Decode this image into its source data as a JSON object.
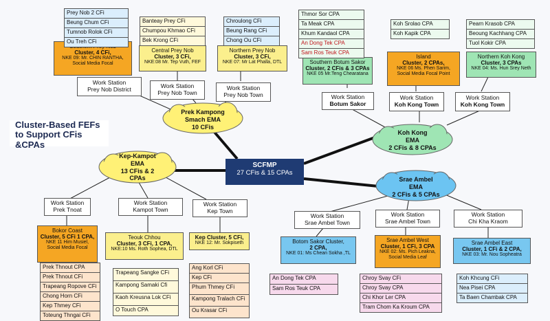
{
  "title": {
    "line1": "Cluster-Based FEFs",
    "line2": "to Support CFis",
    "line3": "&CPAs"
  },
  "center": {
    "name": "SCFMP",
    "sub": "27 CFis & 15 CPAs"
  },
  "clouds": {
    "prek_kampong": {
      "l1": "Prek Kampong",
      "l2": "Smach EMA",
      "l3": "10 CFis"
    },
    "kep_kampot": {
      "l1": "Kep-Kampot",
      "l2": "EMA",
      "l3": "13 CFis & 2",
      "l4": "CPAs"
    },
    "koh_kong": {
      "l1": "Koh Kong",
      "l2": "EMA",
      "l3": "2 CFis & 8 CPAs"
    },
    "srae_ambel": {
      "l1": "Srae Ambel",
      "l2": "EMA",
      "l3": "2 CFis & 5 CPAs"
    }
  },
  "work_stations": {
    "prey_nob_district": {
      "l1": "Work Station",
      "l2": "Prey Nob District"
    },
    "prey_nob_town_1": {
      "l1": "Work Station",
      "l2": "Prey Nob Town"
    },
    "prey_nob_town_2": {
      "l1": "Work Station",
      "l2": "Prey Nob Town"
    },
    "botum_sakor": {
      "l1": "Work Station",
      "l2": "Botum Sakor"
    },
    "koh_kong_town_1": {
      "l1": "Work Station",
      "l2": "Koh Kong Town"
    },
    "koh_kong_town_2": {
      "l1": "Work Station",
      "l2": "Koh Kong Town"
    },
    "prek_tnoat": {
      "l1": "Work Station",
      "l2": "Prek Tnoat"
    },
    "kampot_town": {
      "l1": "Work Station",
      "l2": "Kampot Town"
    },
    "kep_town": {
      "l1": "Work Station",
      "l2": "Kep Town"
    },
    "srae_ambel_town_1": {
      "l1": "Work Station",
      "l2": "Srae Ambel Town"
    },
    "srae_ambel_town_2": {
      "l1": "Work Station",
      "l2": "Srae Ambel Town"
    },
    "chi_kha_kraom": {
      "l1": "Work Station",
      "l2": "Chi Kha Kraom"
    }
  },
  "clusters": {
    "southern_prey_nob": {
      "name": "Southern Prey Nob",
      "count": "Cluster, 4 CFi,",
      "nke": "NKE 09: Mr. CHIN RANTHA, Social Media Focal"
    },
    "central_prey_nob": {
      "name": "Central Prey Nob",
      "count": "Cluster, 3 CFi,",
      "nke": "NKE:08 Mr. Tep Vuth, FEF"
    },
    "northern_prey_nob": {
      "name": "Northern Prey Nob",
      "count": "Cluster, 3 CFi,",
      "nke": "NKE 07: Mr Lat Phalla, DTL"
    },
    "southern_botum_sakor": {
      "name": "Southern Botum Sakor",
      "count": "Cluster, 2 CFis & 3 CPAs",
      "nke": "NKE 05 Mr.Teng Chearatana"
    },
    "island": {
      "name": "Island",
      "count": "Cluster, 2 CPAs,",
      "nke": "NKE 06 Ms. Phen Sarim, Social Media Focal Point"
    },
    "northern_koh_kong": {
      "name": "Northern Koh Kong",
      "count": "Cluster, 3 CPAs",
      "nke": "NKE 04: Ms. Hun Srey Neth"
    },
    "bokor_coast": {
      "name": "Bokor Coast",
      "count": "Cluster, 5 CFi 1 CPA,",
      "nke": "NKE 11 Him Musiel, Social Media Focal"
    },
    "teouk_chhou": {
      "name": "Teouk Chhou",
      "count": "Cluster, 3 CFi, 1 CPA,",
      "nke": "NKE:10 Ms. Roth Sophea, DTL"
    },
    "kep": {
      "name": "Kep Cluster, 5 CFi,",
      "count": "",
      "nke": "NKE 12: Mr. Sokpiseth"
    },
    "botom_sakor": {
      "name": "Botom Sakor Cluster,",
      "count": "2 CPA,",
      "nke": "NKE 01: Ms Chean Sokha ,TL"
    },
    "srae_ambel_west": {
      "name": "Srae Ambel West",
      "count": "Cluster, 1 CFi, 3 CPA",
      "nke": "NKE 02: Ms. Pich Leakna, Social Media Leaf"
    },
    "srae_ambel_east": {
      "name": "Srae Ambel East",
      "count": "Cluster, 1 CFi & 2 CPA,",
      "nke": "NKE 03: Mr. Nou Sopheatra"
    }
  },
  "lists": {
    "southern_prey_nob": [
      "Prey Nob 2 CFi",
      "Beung Chum CFi",
      "Tumnob Rolok CFi",
      "Ou Treh CFi"
    ],
    "central_prey_nob": [
      "Banteay Prey CFi",
      "Chumpou Khmao CFi",
      "Bek Krong CFi"
    ],
    "northern_prey_nob": [
      "Chroulong CFi",
      "Beung Rang CFi",
      "Chong Ou CFi"
    ],
    "southern_botum_sakor": [
      "Thmor Sor CPA",
      "Ta Meak CPA",
      "Khum Kandaol CPA",
      "An Dong Tek CPA",
      "Sam Ros Teuk CPA"
    ],
    "island": [
      "Koh Srolao CPA",
      "Koh Kapik CPA"
    ],
    "northern_koh_kong": [
      "Pearn Krasob CPA",
      "Beoung Kachhang CPA",
      "Tuol Kokir CPA"
    ],
    "bokor_coast": [
      "Prek Thnout CPA",
      "Prek Thnout CFi",
      "Trapeang Ropove CFi",
      "Chong Horn CFi",
      "Kep Thmey CFi",
      "Toteung Thngai CFi"
    ],
    "teouk_chhou": [
      "Trapeang Sangke CFi",
      "Kampong Samaki Cfi",
      "Kaoh Kreusna Lok CFi",
      "O Touch CPA"
    ],
    "kep": [
      "Ang Korl CFi",
      "Kep CFi",
      "Phum Thmey CFi",
      "Kampong Tralach CFi",
      "Ou Krasar CFi"
    ],
    "botom_sakor": [
      "An Dong Tek CPA",
      "Sam Ros Teuk CPA"
    ],
    "srae_ambel_west": [
      "Chroy Svay CFi",
      "Chroy Svay CPA",
      "Chi Khor Ler CPA",
      "Tram Chom Ka Kroum CPA"
    ],
    "srae_ambel_east": [
      "Koh Khcung CFi",
      "Nea Pisei CPA",
      "Ta Baen Chambak CPA"
    ]
  }
}
